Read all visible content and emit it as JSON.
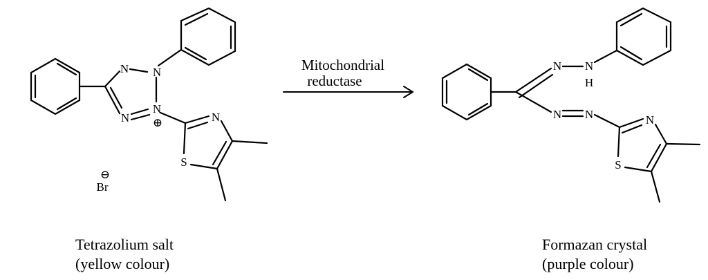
{
  "reaction": {
    "reactant_caption_line1": "Tetrazolium salt",
    "reactant_caption_line2": "(yellow colour)",
    "product_caption_line1": "Formazan crystal",
    "product_caption_line2": "(purple colour)",
    "arrow_label_line1": "Mitochondrial",
    "arrow_label_line2": "reductase"
  },
  "reactant": {
    "atoms": {
      "n1": "N",
      "n2": "N",
      "n3": "N",
      "n4": "N",
      "plus": "⊕",
      "thiazole_n": "N",
      "thiazole_s": "S",
      "counterion_charge": "⊖",
      "counterion": "Br"
    }
  },
  "product": {
    "atoms": {
      "n_upper": "N",
      "nh_n": "N",
      "nh_h": "H",
      "azo_n1": "N",
      "azo_n2": "N",
      "thiazole_n": "N",
      "thiazole_s": "S"
    }
  }
}
